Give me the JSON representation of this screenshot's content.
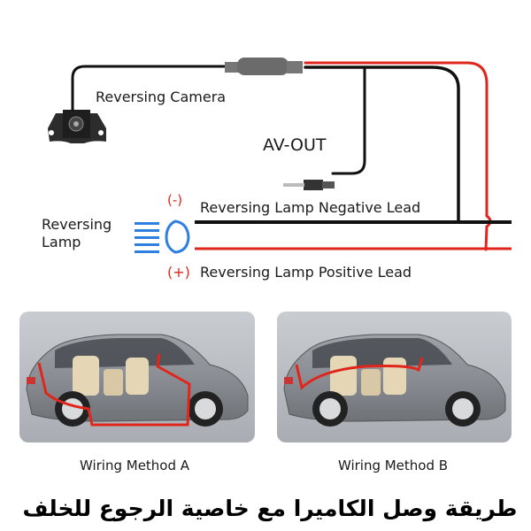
{
  "diagram": {
    "camera_label": "Reversing Camera",
    "av_out_label": "AV-OUT",
    "negative_sign": "(-)",
    "negative_label": "Reversing Lamp Negative Lead",
    "positive_sign": "(+)",
    "positive_label": "Reversing Lamp Positive Lead",
    "lamp_label_line1": "Reversing",
    "lamp_label_line2": "Lamp"
  },
  "methods": [
    {
      "label": "Wiring Method  A"
    },
    {
      "label": "Wiring Method   B"
    }
  ],
  "footer_title": "طريقة وصل الكاميرا مع خاصية الرجوع للخلف",
  "colors": {
    "wire_red": "#e0261b",
    "wire_black": "#111111",
    "lamp_blue": "#2f7fe0",
    "card_bg": "#b9bdc3"
  }
}
